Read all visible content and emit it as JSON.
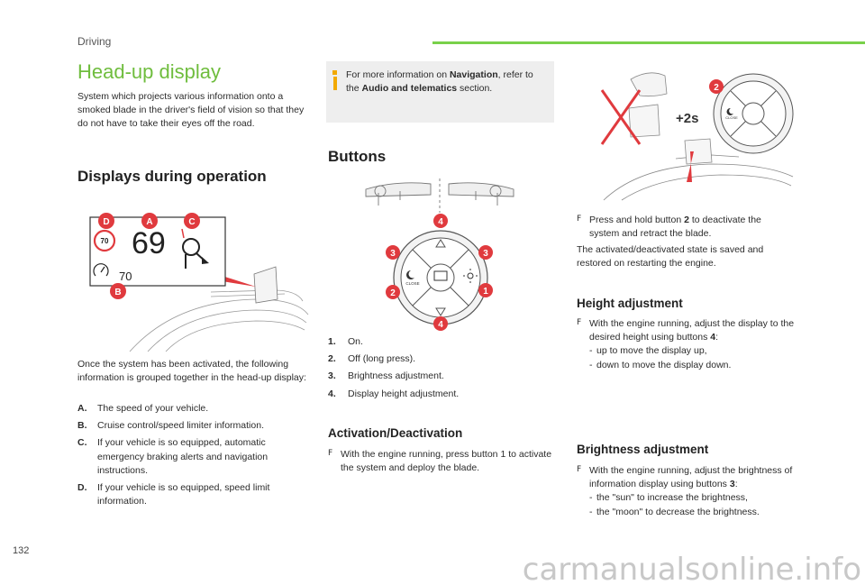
{
  "header": {
    "section": "Driving",
    "page_number": "132",
    "watermark": "carmanualsonline.info"
  },
  "title": "Head-up display",
  "intro": "System which projects various information onto a smoked blade in the driver's field of vision so that they do not have to take their eyes off the road.",
  "displays": {
    "heading": "Displays during operation",
    "figure": {
      "speed": "69",
      "limit": "70",
      "cruise": "70",
      "callouts": [
        "D",
        "A",
        "C",
        "B"
      ]
    },
    "lead": "Once the system has been activated, the following information is grouped together in the head-up display:",
    "items": [
      {
        "key": "A.",
        "text": "The speed of your vehicle."
      },
      {
        "key": "B.",
        "text": "Cruise control/speed limiter information."
      },
      {
        "key": "C.",
        "text": "If your vehicle is so equipped, automatic emergency braking alerts and navigation instructions."
      },
      {
        "key": "D.",
        "text": "If your vehicle is so equipped, speed limit information."
      }
    ]
  },
  "info_box": {
    "pre": "For more information on ",
    "nav": "Navigation",
    "mid": ", refer to the ",
    "audio": "Audio and telematics",
    "post": " section."
  },
  "buttons": {
    "heading": "Buttons",
    "figure": {
      "callouts": [
        "4",
        "3",
        "3",
        "2",
        "1",
        "4"
      ],
      "close_label": "CLOSE"
    },
    "items": [
      {
        "key": "1.",
        "text": "On."
      },
      {
        "key": "2.",
        "text": "Off (long press)."
      },
      {
        "key": "3.",
        "text": "Brightness adjustment."
      },
      {
        "key": "4.",
        "text": "Display height adjustment."
      }
    ]
  },
  "activation": {
    "heading": "Activation/Deactivation",
    "bullet": "F",
    "text": "With the engine running, press button 1 to activate the system and deploy the blade."
  },
  "deactivate": {
    "figure": {
      "callout": "2",
      "press": "+2s",
      "close_label": "CLOSE"
    },
    "bullet": "F",
    "pre": "Press and hold button ",
    "num": "2",
    "post": " to deactivate the system and retract the blade.",
    "note": "The activated/deactivated state is saved and restored on restarting the engine."
  },
  "height": {
    "heading": "Height adjustment",
    "bullet": "F",
    "pre": "With the engine running, adjust the display to the desired height using buttons ",
    "num": "4",
    "post": ":",
    "subs": [
      "up to move the display up,",
      "down to move the display down."
    ]
  },
  "brightness": {
    "heading": "Brightness adjustment",
    "bullet": "F",
    "pre": "With the engine running, adjust the brightness of information display using buttons ",
    "num": "3",
    "post": ":",
    "subs": [
      "the \"sun\" to increase the brightness,",
      "the \"moon\" to decrease the brightness."
    ]
  },
  "colors": {
    "accent": "#6fbd3e",
    "callout": "#e03a3e",
    "info": "#f2a900"
  }
}
